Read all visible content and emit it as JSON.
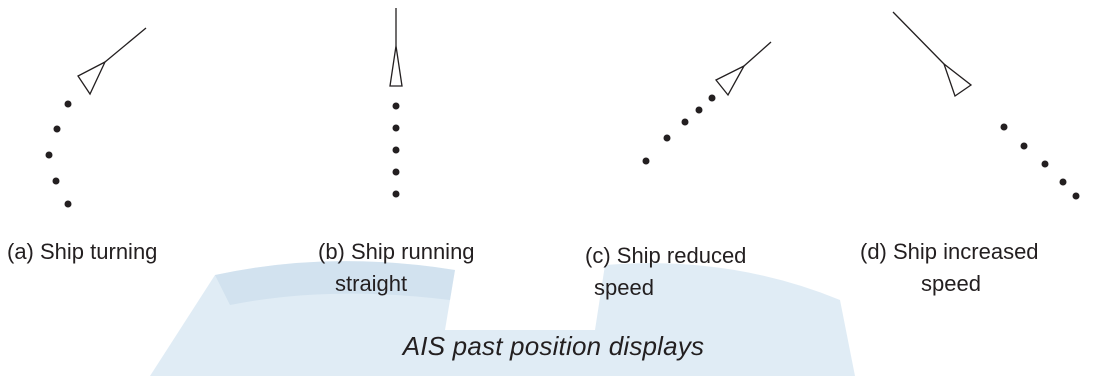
{
  "colors": {
    "ink": "#231f20",
    "watermark": "#c7dced"
  },
  "panels": [
    {
      "id": "a",
      "label_lines": [
        "(a) Ship turning"
      ],
      "motion": "turning"
    },
    {
      "id": "b",
      "label_lines": [
        "(b) Ship running",
        "straight"
      ],
      "motion": "straight"
    },
    {
      "id": "c",
      "label_lines": [
        "(c) Ship reduced",
        "speed"
      ],
      "motion": "reduced speed"
    },
    {
      "id": "d",
      "label_lines": [
        "(d) Ship increased",
        "speed"
      ],
      "motion": "increased speed"
    }
  ],
  "caption": "AIS past position displays"
}
